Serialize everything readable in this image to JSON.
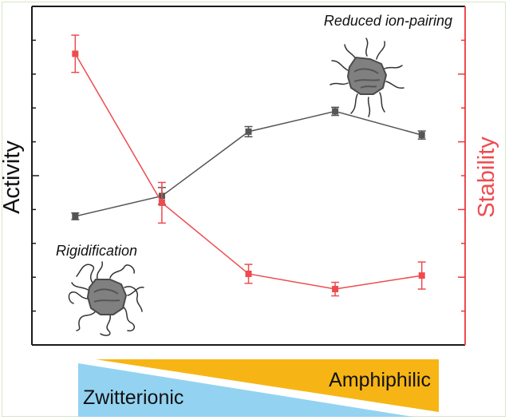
{
  "chart_data": {
    "type": "line",
    "x_positions": [
      1,
      2,
      3,
      4,
      5
    ],
    "xlim": [
      0.5,
      5.5
    ],
    "axes": {
      "left": {
        "label": "Activity",
        "color": "#111111",
        "ylim": [
          0,
          10
        ]
      },
      "right": {
        "label": "Stability",
        "color": "#e8383d",
        "ylim": [
          0,
          10
        ]
      }
    },
    "series": [
      {
        "axis": "left",
        "color": "#555555",
        "values": [
          3.8,
          4.4,
          6.3,
          6.9,
          6.2
        ],
        "errors": [
          0.1,
          0.25,
          0.15,
          0.12,
          0.12
        ]
      },
      {
        "axis": "right",
        "color": "#ee4b4f",
        "values": [
          8.6,
          4.2,
          2.1,
          1.65,
          2.05
        ],
        "errors": [
          0.55,
          0.6,
          0.28,
          0.2,
          0.4
        ]
      }
    ],
    "annotations": {
      "top_right": "Reduced ion-pairing",
      "bottom_left": "Rigidification"
    },
    "gradient_labels": {
      "upper": "Amphiphilic",
      "lower": "Zwitterionic"
    },
    "colors": {
      "amphiphilic_wedge": "#f7b515",
      "zwitterionic_wedge": "#93d3f1"
    }
  }
}
